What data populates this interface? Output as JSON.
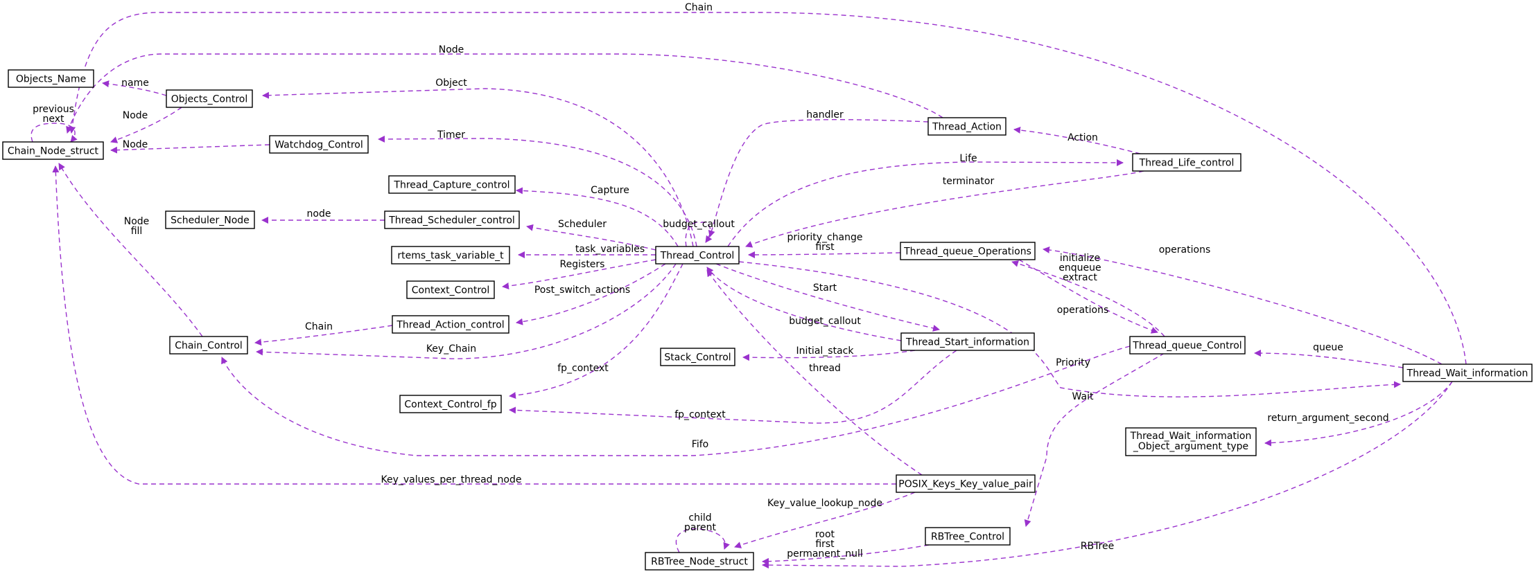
{
  "diagram": {
    "type": "collaboration-graph",
    "focus": "POSIX_Keys_Key_value_pair",
    "colors": {
      "edge": "#9a32cd",
      "node_border": "#000000",
      "node_fill": "#ffffff",
      "focus_fill": "#bfbfbf"
    },
    "nodes": [
      {
        "id": "chain_node_struct",
        "lines": [
          "Chain_Node_struct"
        ]
      },
      {
        "id": "objects_name",
        "lines": [
          "Objects_Name"
        ]
      },
      {
        "id": "objects_control",
        "lines": [
          "Objects_Control"
        ]
      },
      {
        "id": "watchdog_control",
        "lines": [
          "Watchdog_Control"
        ]
      },
      {
        "id": "thread_capture_control",
        "lines": [
          "Thread_Capture_control"
        ]
      },
      {
        "id": "scheduler_node",
        "lines": [
          "Scheduler_Node"
        ]
      },
      {
        "id": "thread_scheduler_control",
        "lines": [
          "Thread_Scheduler_control"
        ]
      },
      {
        "id": "rtems_task_variable_t",
        "lines": [
          "rtems_task_variable_t"
        ]
      },
      {
        "id": "context_control",
        "lines": [
          "Context_Control"
        ]
      },
      {
        "id": "thread_action_control",
        "lines": [
          "Thread_Action_control"
        ]
      },
      {
        "id": "chain_control",
        "lines": [
          "Chain_Control"
        ]
      },
      {
        "id": "context_control_fp",
        "lines": [
          "Context_Control_fp"
        ]
      },
      {
        "id": "stack_control",
        "lines": [
          "Stack_Control"
        ]
      },
      {
        "id": "thread_control",
        "lines": [
          "Thread_Control"
        ]
      },
      {
        "id": "thread_action",
        "lines": [
          "Thread_Action"
        ]
      },
      {
        "id": "thread_life_control",
        "lines": [
          "Thread_Life_control"
        ]
      },
      {
        "id": "thread_queue_operations",
        "lines": [
          "Thread_queue_Operations"
        ]
      },
      {
        "id": "thread_start_information",
        "lines": [
          "Thread_Start_information"
        ]
      },
      {
        "id": "thread_queue_control",
        "lines": [
          "Thread_queue_Control"
        ]
      },
      {
        "id": "thread_wait_information",
        "lines": [
          "Thread_Wait_information"
        ]
      },
      {
        "id": "thread_wait_information_oat",
        "lines": [
          "Thread_Wait_information",
          "_Object_argument_type"
        ]
      },
      {
        "id": "posix_keys_key_value_pair",
        "lines": [
          "POSIX_Keys_Key_value_pair"
        ]
      },
      {
        "id": "rbtree_control",
        "lines": [
          "RBTree_Control"
        ]
      },
      {
        "id": "rbtree_node_struct",
        "lines": [
          "RBTree_Node_struct"
        ]
      }
    ],
    "edges": [
      {
        "id": "chain",
        "from": "thread_wait_information",
        "to": "chain_node_struct",
        "label": [
          "Chain"
        ]
      },
      {
        "id": "node_action",
        "from": "thread_action",
        "to": "chain_node_struct",
        "label": [
          "Node"
        ]
      },
      {
        "id": "name",
        "from": "objects_control",
        "to": "objects_name",
        "label": [
          "name"
        ]
      },
      {
        "id": "object",
        "from": "thread_control",
        "to": "objects_control",
        "label": [
          "Object"
        ]
      },
      {
        "id": "node_objects",
        "from": "objects_control",
        "to": "chain_node_struct",
        "label": [
          "Node"
        ]
      },
      {
        "id": "prev_next",
        "from": "chain_node_struct",
        "to": "chain_node_struct",
        "label": [
          "previous",
          "next"
        ]
      },
      {
        "id": "node_watchdog",
        "from": "watchdog_control",
        "to": "chain_node_struct",
        "label": [
          "Node"
        ]
      },
      {
        "id": "timer",
        "from": "thread_control",
        "to": "watchdog_control",
        "label": [
          "Timer"
        ]
      },
      {
        "id": "handler",
        "from": "thread_action",
        "to": "thread_control",
        "label": [
          "handler"
        ]
      },
      {
        "id": "action",
        "from": "thread_life_control",
        "to": "thread_action",
        "label": [
          "Action"
        ]
      },
      {
        "id": "life",
        "from": "thread_control",
        "to": "thread_life_control",
        "label": [
          "Life"
        ]
      },
      {
        "id": "terminator",
        "from": "thread_life_control",
        "to": "thread_control",
        "label": [
          "terminator"
        ]
      },
      {
        "id": "capture",
        "from": "thread_control",
        "to": "thread_capture_control",
        "label": [
          "Capture"
        ]
      },
      {
        "id": "budget_callout_self",
        "from": "thread_control",
        "to": "thread_control",
        "label": [
          "budget_callout"
        ]
      },
      {
        "id": "node_sched",
        "from": "thread_scheduler_control",
        "to": "scheduler_node",
        "label": [
          "node"
        ]
      },
      {
        "id": "scheduler",
        "from": "thread_control",
        "to": "thread_scheduler_control",
        "label": [
          "Scheduler"
        ]
      },
      {
        "id": "task_variables",
        "from": "thread_control",
        "to": "rtems_task_variable_t",
        "label": [
          "task_variables"
        ]
      },
      {
        "id": "registers",
        "from": "thread_control",
        "to": "context_control",
        "label": [
          "Registers"
        ]
      },
      {
        "id": "post_switch",
        "from": "thread_control",
        "to": "thread_action_control",
        "label": [
          "Post_switch_actions"
        ]
      },
      {
        "id": "chain_ac",
        "from": "thread_action_control",
        "to": "chain_control",
        "label": [
          "Chain"
        ]
      },
      {
        "id": "node_fill",
        "from": "chain_control",
        "to": "chain_node_struct",
        "label": [
          "Node",
          "fill"
        ]
      },
      {
        "id": "key_chain",
        "from": "thread_control",
        "to": "chain_control",
        "label": [
          "Key_Chain"
        ]
      },
      {
        "id": "fp_context_tc",
        "from": "thread_control",
        "to": "context_control_fp",
        "label": [
          "fp_context"
        ]
      },
      {
        "id": "priority_change",
        "from": "thread_queue_operations",
        "to": "thread_control",
        "label": [
          "priority_change",
          "first"
        ]
      },
      {
        "id": "operations_twi",
        "from": "thread_wait_information",
        "to": "thread_queue_operations",
        "label": [
          "operations"
        ]
      },
      {
        "id": "ops_tqc",
        "from": "thread_queue_control",
        "to": "thread_queue_operations",
        "label": [
          "initialize",
          "enqueue",
          "extract"
        ]
      },
      {
        "id": "operations_tqc",
        "from": "thread_queue_operations",
        "to": "thread_queue_control",
        "label": [
          "operations"
        ]
      },
      {
        "id": "start",
        "from": "thread_control",
        "to": "thread_start_information",
        "label": [
          "Start"
        ]
      },
      {
        "id": "budget_callout_tsi",
        "from": "thread_start_information",
        "to": "thread_control",
        "label": [
          "budget_callout"
        ]
      },
      {
        "id": "initial_stack",
        "from": "thread_start_information",
        "to": "stack_control",
        "label": [
          "Initial_stack"
        ]
      },
      {
        "id": "thread",
        "from": "posix_keys_key_value_pair",
        "to": "thread_control",
        "label": [
          "thread"
        ]
      },
      {
        "id": "fp_context_tsi",
        "from": "thread_start_information",
        "to": "context_control_fp",
        "label": [
          "fp_context"
        ]
      },
      {
        "id": "queue",
        "from": "thread_wait_information",
        "to": "thread_queue_control",
        "label": [
          "queue"
        ]
      },
      {
        "id": "priority",
        "from": "thread_queue_control",
        "to": "rbtree_control",
        "label": [
          "Priority"
        ]
      },
      {
        "id": "wait",
        "from": "thread_control",
        "to": "thread_wait_information",
        "label": [
          "Wait"
        ]
      },
      {
        "id": "fifo",
        "from": "thread_queue_control",
        "to": "chain_control",
        "label": [
          "Fifo"
        ]
      },
      {
        "id": "return_arg",
        "from": "thread_wait_information",
        "to": "thread_wait_information_oat",
        "label": [
          "return_argument_second"
        ]
      },
      {
        "id": "kvptn",
        "from": "posix_keys_key_value_pair",
        "to": "chain_node_struct",
        "label": [
          "Key_values_per_thread_node"
        ]
      },
      {
        "id": "kvln",
        "from": "posix_keys_key_value_pair",
        "to": "rbtree_node_struct",
        "label": [
          "Key_value_lookup_node"
        ]
      },
      {
        "id": "child_parent",
        "from": "rbtree_node_struct",
        "to": "rbtree_node_struct",
        "label": [
          "child",
          "parent"
        ]
      },
      {
        "id": "root_first",
        "from": "rbtree_control",
        "to": "rbtree_node_struct",
        "label": [
          "root",
          "first",
          "permanent_null"
        ]
      },
      {
        "id": "rbtree",
        "from": "thread_wait_information",
        "to": "rbtree_node_struct",
        "label": [
          "RBTree"
        ]
      }
    ]
  }
}
